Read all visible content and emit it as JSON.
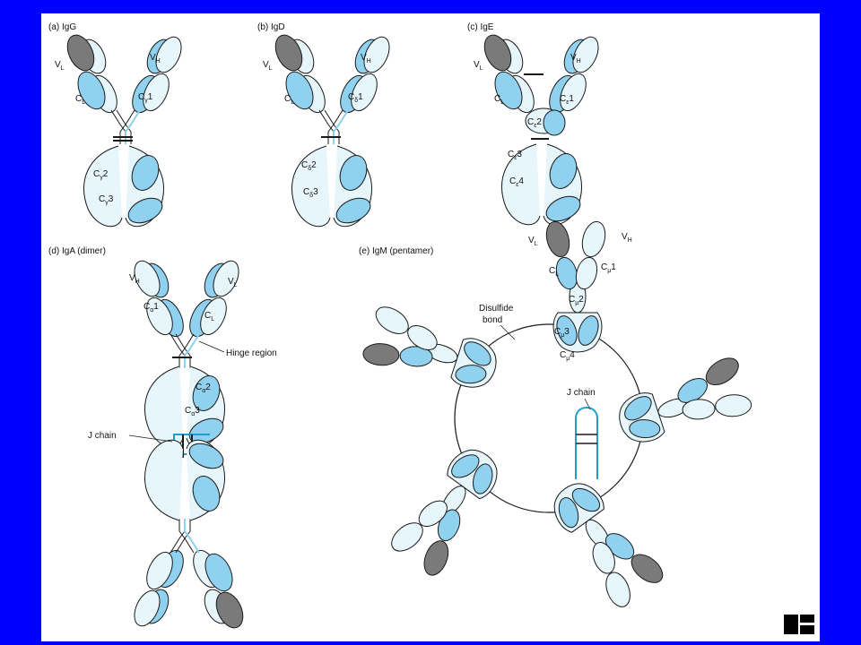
{
  "colors": {
    "background": "#0000ff",
    "panel": "#ffffff",
    "heavy_chain": "#e6f6fb",
    "light_chain_blue": "#8fd1ef",
    "light_chain_gray": "#7a7a7a",
    "outline": "#1a1a1a",
    "j_chain": "#1b9fd0"
  },
  "panels": {
    "igg": {
      "title": "(a) IgG",
      "vl": "V",
      "vl_sub": "L",
      "cl": "C",
      "cl_sub": "L",
      "vh": "V",
      "vh_sub": "H",
      "c1": "C",
      "c1_sub": "γ",
      "c1_num": "1",
      "c2": "C",
      "c2_sub": "γ",
      "c2_num": "2",
      "c3": "C",
      "c3_sub": "γ",
      "c3_num": "3"
    },
    "igd": {
      "title": "(b) IgD",
      "vl": "V",
      "vl_sub": "L",
      "cl": "C",
      "cl_sub": "L",
      "vh": "V",
      "vh_sub": "H",
      "c1": "C",
      "c1_sub": "δ",
      "c1_num": "1",
      "c2": "C",
      "c2_sub": "δ",
      "c2_num": "2",
      "c3": "C",
      "c3_sub": "δ",
      "c3_num": "3"
    },
    "ige": {
      "title": "(c) IgE",
      "vl": "V",
      "vl_sub": "L",
      "cl": "C",
      "cl_sub": "L",
      "vh": "V",
      "vh_sub": "H",
      "c1": "C",
      "c1_sub": "ε",
      "c1_num": "1",
      "c2": "C",
      "c2_sub": "ε",
      "c2_num": "2",
      "c3": "C",
      "c3_sub": "ε",
      "c3_num": "3",
      "c4": "C",
      "c4_sub": "ε",
      "c4_num": "4"
    },
    "iga": {
      "title": "(d) IgA (dimer)",
      "vh": "V",
      "vh_sub": "H",
      "vl": "V",
      "vl_sub": "L",
      "cl": "C",
      "cl_sub": "L",
      "c1": "C",
      "c1_sub": "α",
      "c1_num": "1",
      "c2": "C",
      "c2_sub": "α",
      "c2_num": "2",
      "c3": "C",
      "c3_sub": "α",
      "c3_num": "3",
      "hinge": "Hinge region",
      "jchain": "J chain"
    },
    "igm": {
      "title": "(e) IgM (pentamer)",
      "vl": "V",
      "vl_sub": "L",
      "cl": "C",
      "cl_sub": "L",
      "vh": "V",
      "vh_sub": "H",
      "c1": "C",
      "c1_sub": "μ",
      "c1_num": "1",
      "c2": "C",
      "c2_sub": "μ",
      "c2_num": "2",
      "c3": "C",
      "c3_sub": "μ",
      "c3_num": "3",
      "c4": "C",
      "c4_sub": "μ",
      "c4_num": "4",
      "disulfide_1": "Disulfide",
      "disulfide_2": "bond",
      "jchain": "J chain"
    }
  }
}
